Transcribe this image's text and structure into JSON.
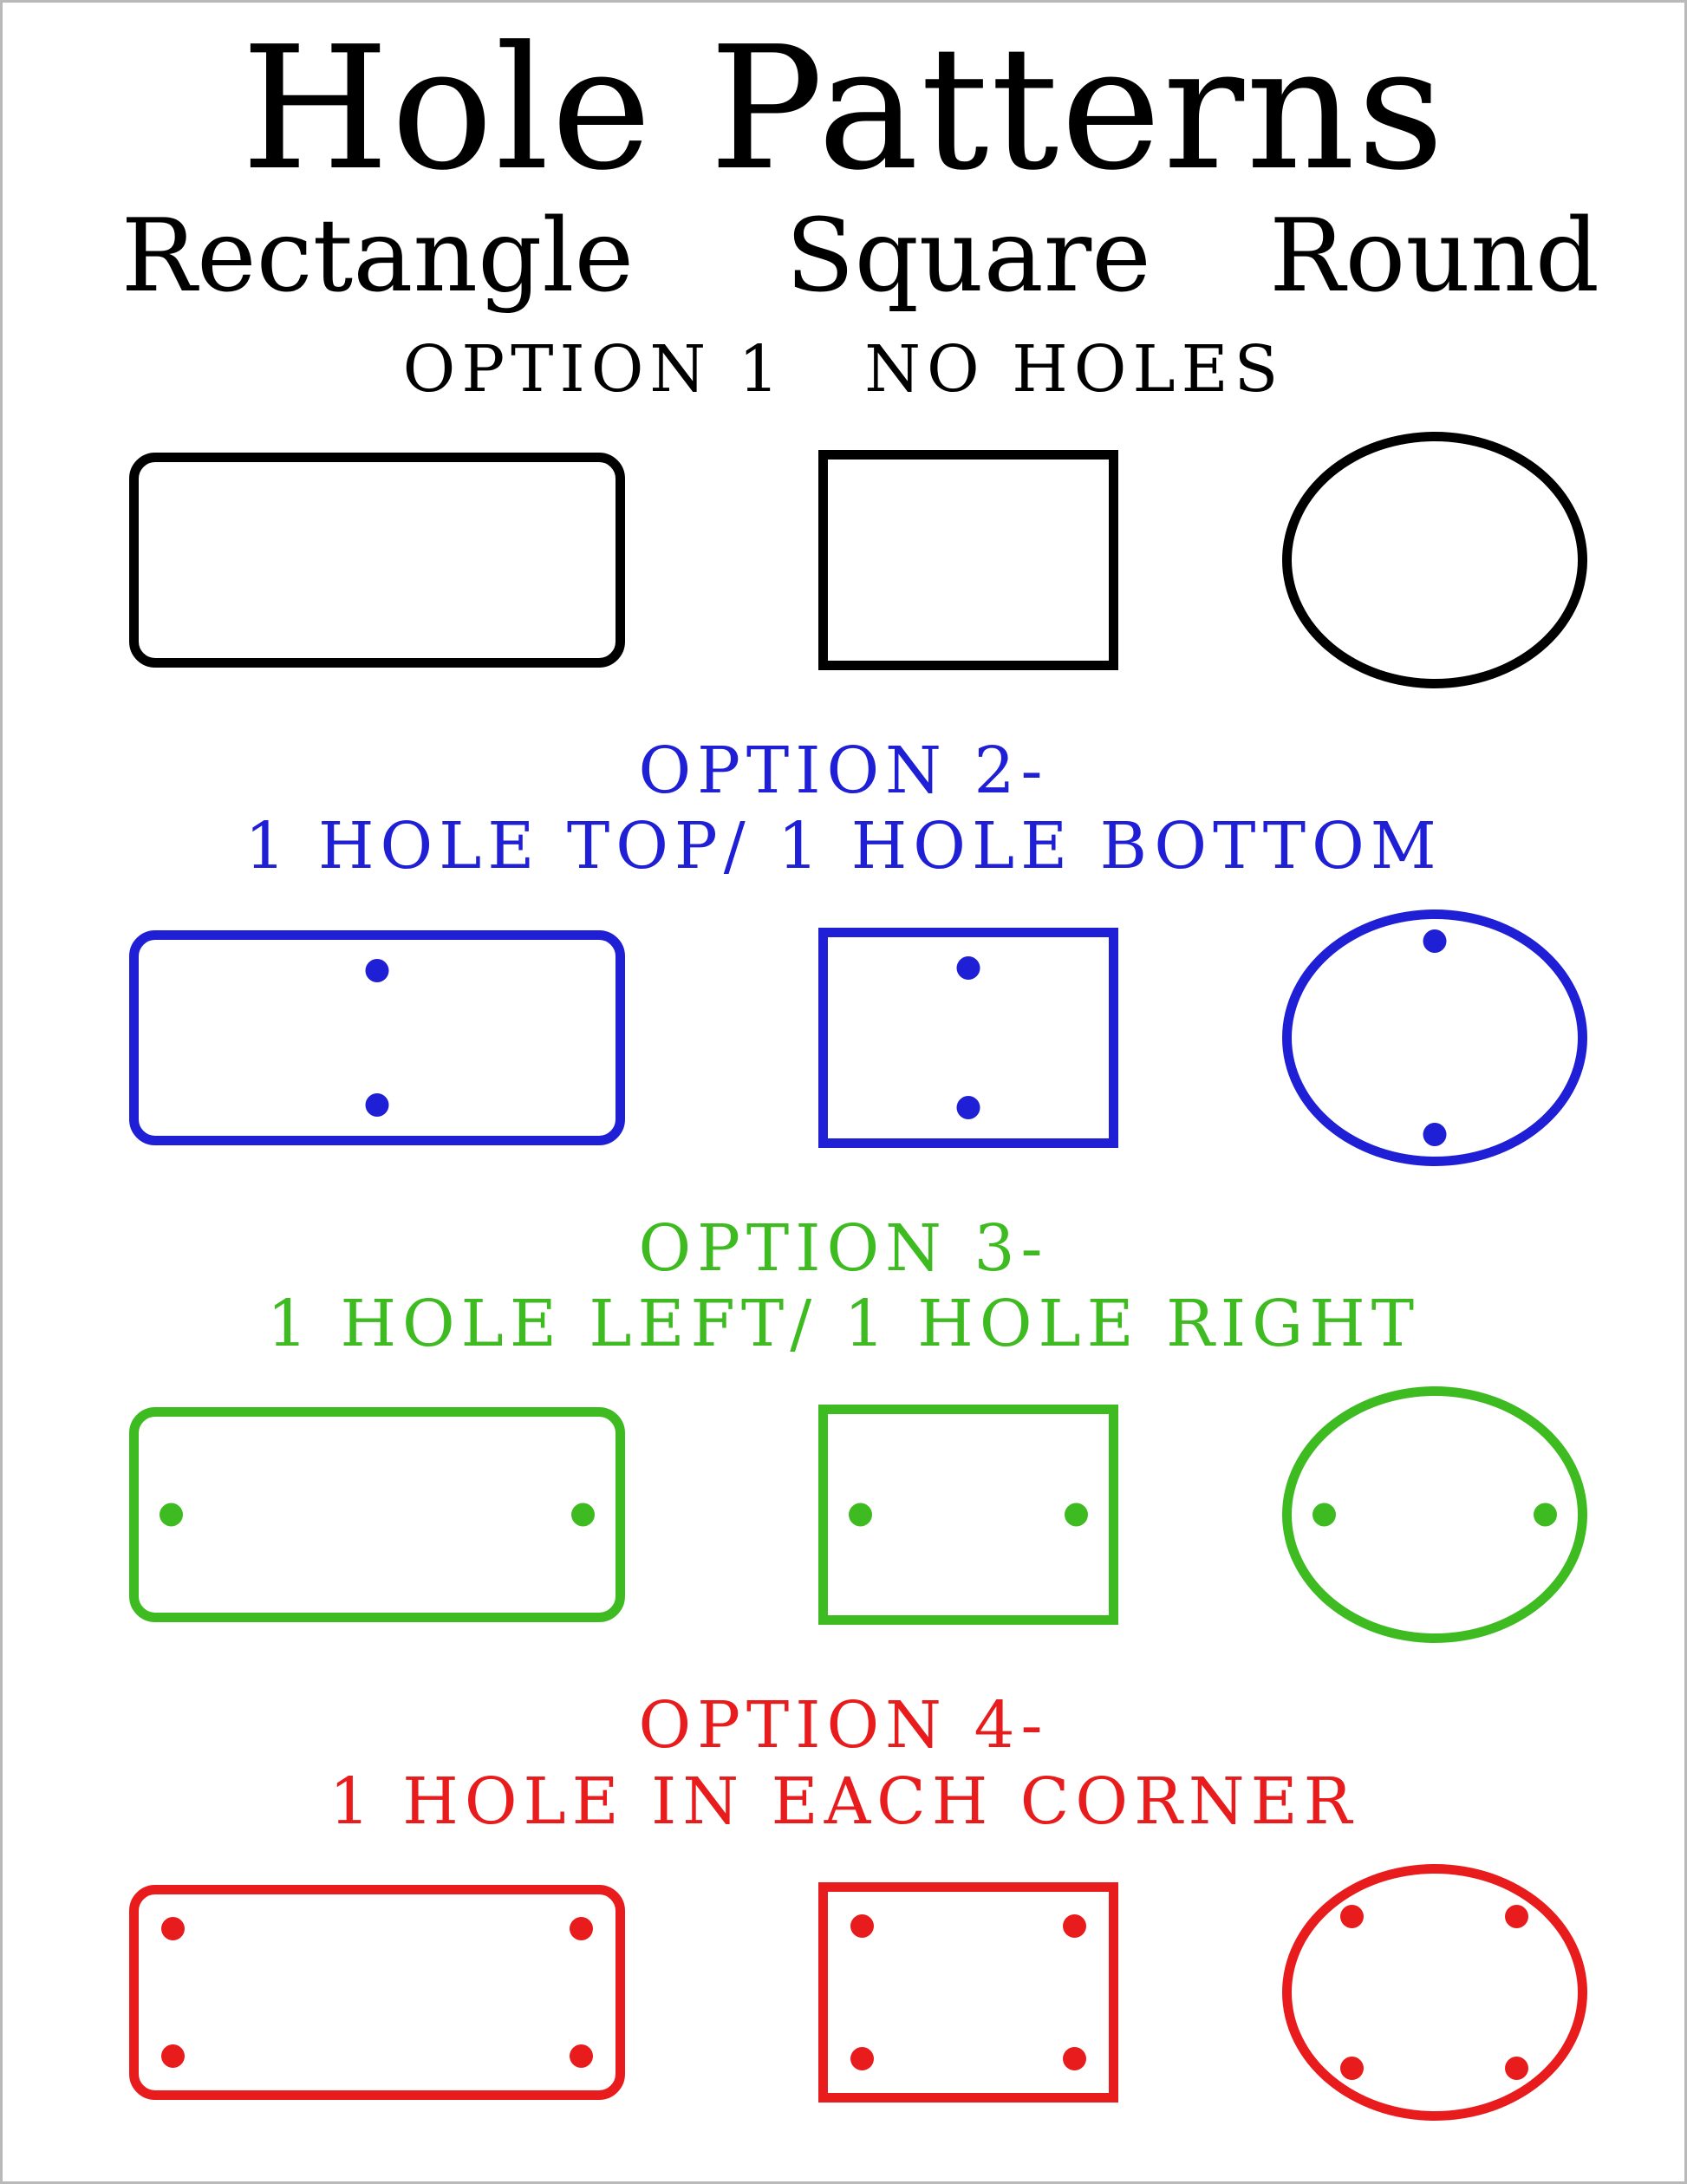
{
  "page": {
    "title": "Hole Patterns",
    "columns": [
      "Rectangle",
      "Square",
      "Round"
    ]
  },
  "options": [
    {
      "heading_line1": "OPTION 1   NO HOLES",
      "heading_line2": "",
      "color": "#000000",
      "holes": []
    },
    {
      "heading_line1": "OPTION 2-",
      "heading_line2": "1 HOLE TOP/ 1 HOLE BOTTOM",
      "color": "#1f1fd6",
      "holes": [
        "top",
        "bottom"
      ]
    },
    {
      "heading_line1": "OPTION 3-",
      "heading_line2": "1 HOLE LEFT/ 1 HOLE RIGHT",
      "color": "#3fbb22",
      "holes": [
        "left",
        "right"
      ]
    },
    {
      "heading_line1": "OPTION 4-",
      "heading_line2": "1 HOLE IN EACH CORNER",
      "color": "#e81c1c",
      "holes": [
        "top-left",
        "top-right",
        "bottom-left",
        "bottom-right"
      ]
    }
  ]
}
